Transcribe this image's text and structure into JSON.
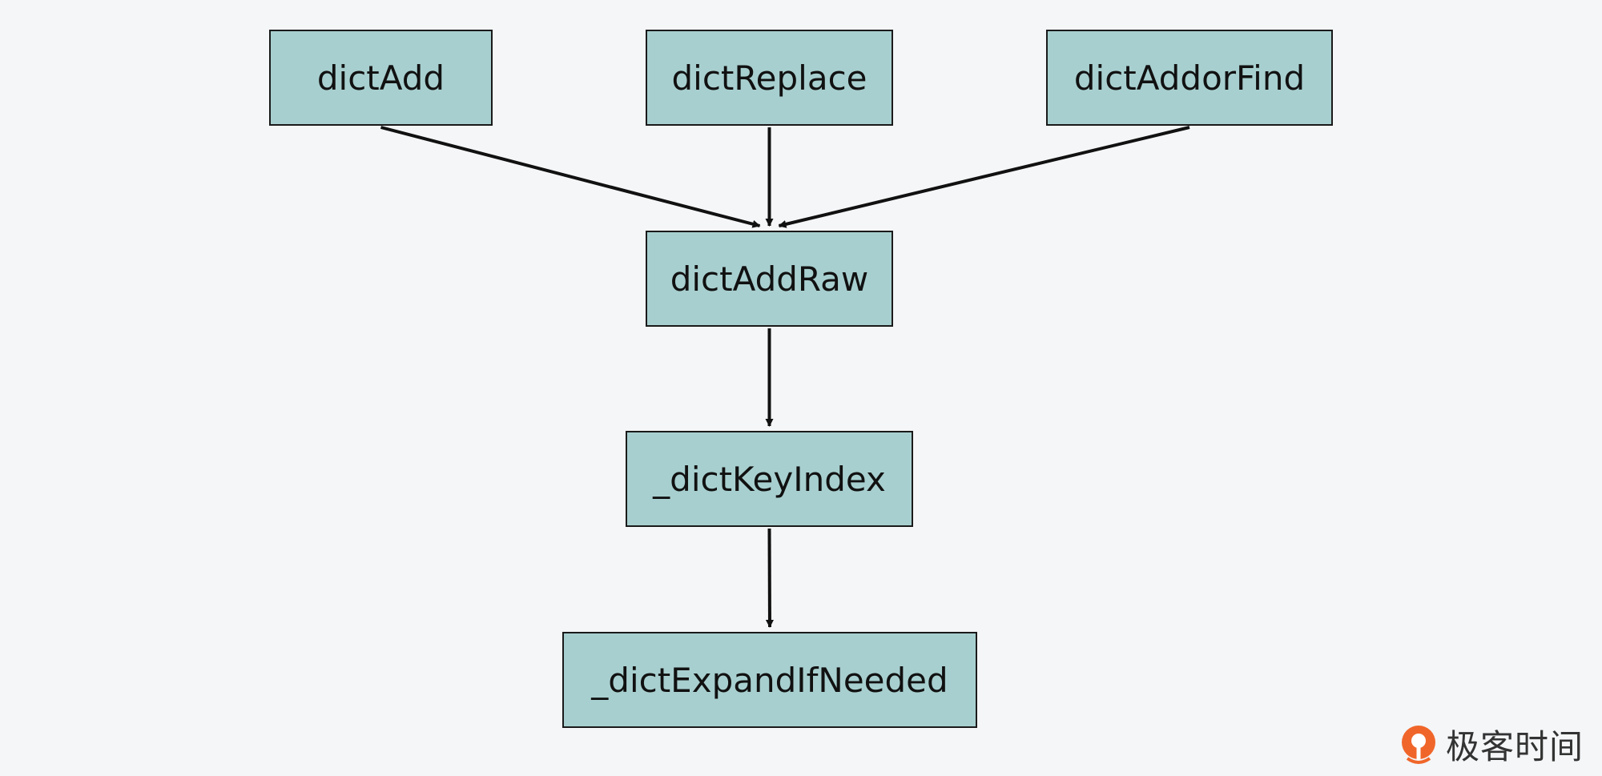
{
  "diagram": {
    "nodes": [
      {
        "id": "dictAdd",
        "label": "dictAdd"
      },
      {
        "id": "dictReplace",
        "label": "dictReplace"
      },
      {
        "id": "dictAddorFind",
        "label": "dictAddorFind"
      },
      {
        "id": "dictAddRaw",
        "label": "dictAddRaw"
      },
      {
        "id": "dictKeyIndex",
        "label": "_dictKeyIndex"
      },
      {
        "id": "dictExpandIfNeeded",
        "label": "_dictExpandIfNeeded"
      }
    ],
    "edges": [
      {
        "from": "dictAdd",
        "to": "dictAddRaw"
      },
      {
        "from": "dictReplace",
        "to": "dictAddRaw"
      },
      {
        "from": "dictAddorFind",
        "to": "dictAddRaw"
      },
      {
        "from": "dictAddRaw",
        "to": "dictKeyIndex"
      },
      {
        "from": "dictKeyIndex",
        "to": "dictExpandIfNeeded"
      }
    ]
  },
  "watermark": {
    "text": "极客时间",
    "icon": "geektime-logo-icon",
    "color": "#f0662a"
  }
}
